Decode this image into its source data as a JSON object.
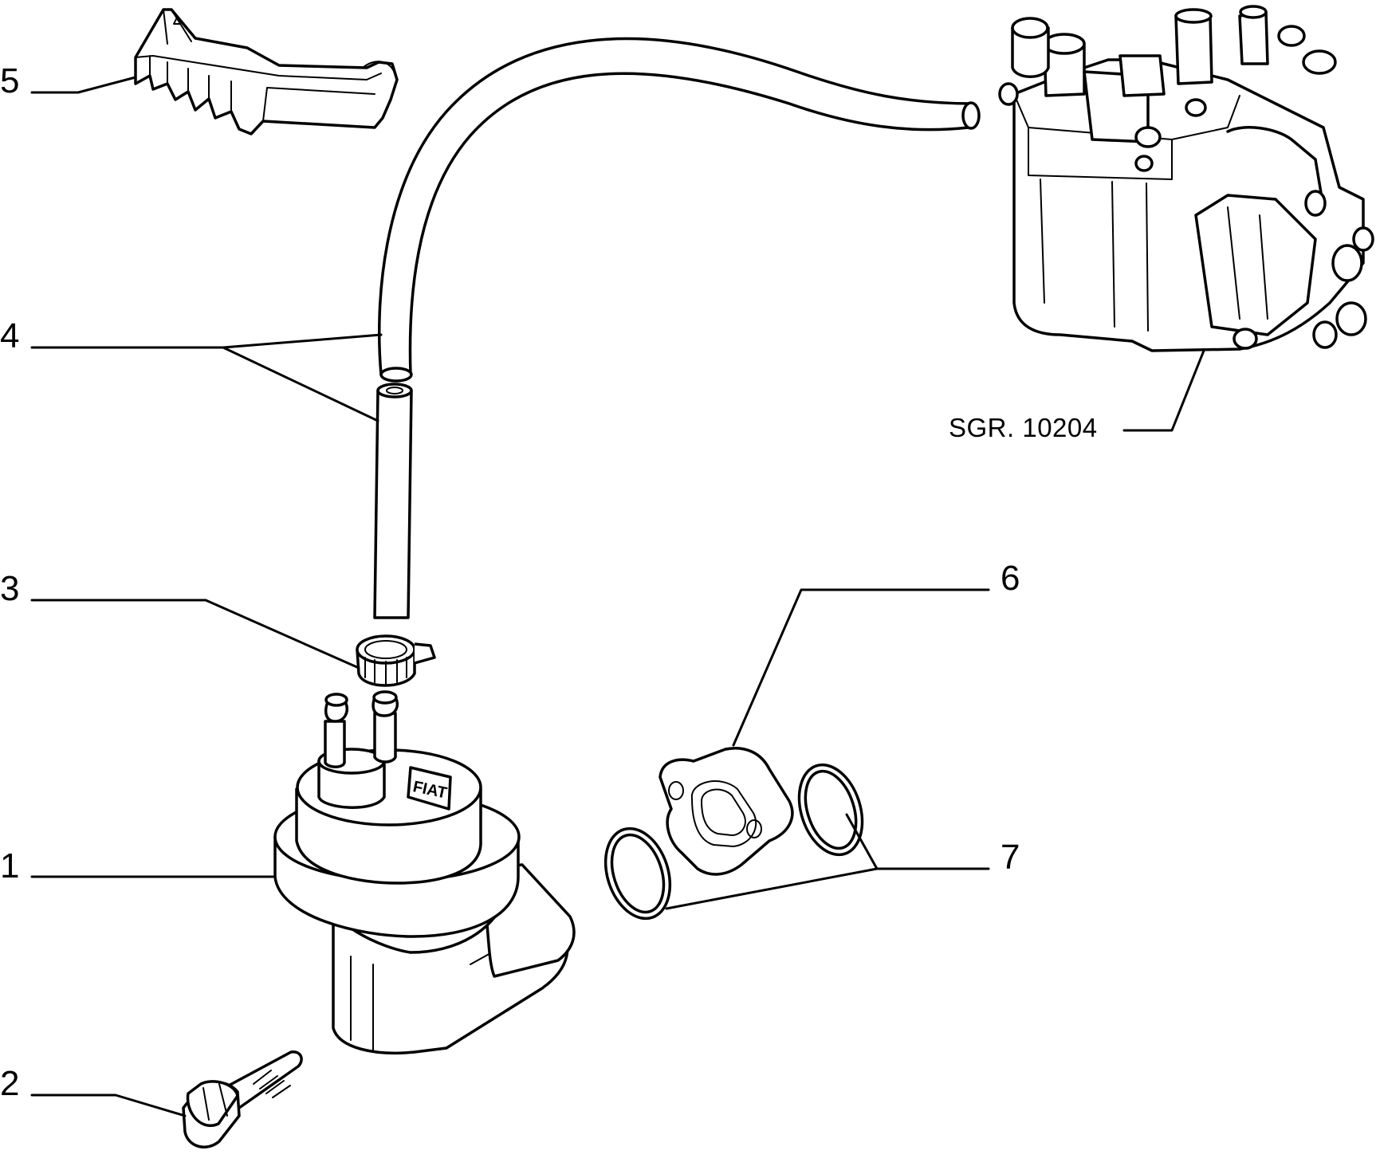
{
  "diagram": {
    "callouts": [
      "1",
      "2",
      "3",
      "4",
      "5",
      "6",
      "7"
    ],
    "reference": "SGR. 10204",
    "parts": [
      {
        "id": "1",
        "icon": "fuel-pump-icon"
      },
      {
        "id": "2",
        "icon": "bolt-icon"
      },
      {
        "id": "3",
        "icon": "hose-clamp-icon"
      },
      {
        "id": "4",
        "icon": "fuel-hose-icon"
      },
      {
        "id": "5",
        "icon": "hose-bracket-icon"
      },
      {
        "id": "6",
        "icon": "spacer-flange-icon"
      },
      {
        "id": "7",
        "icon": "o-ring-icon"
      }
    ],
    "assembly_icon": "carburetor-icon",
    "pump_marking": "FIAT"
  }
}
